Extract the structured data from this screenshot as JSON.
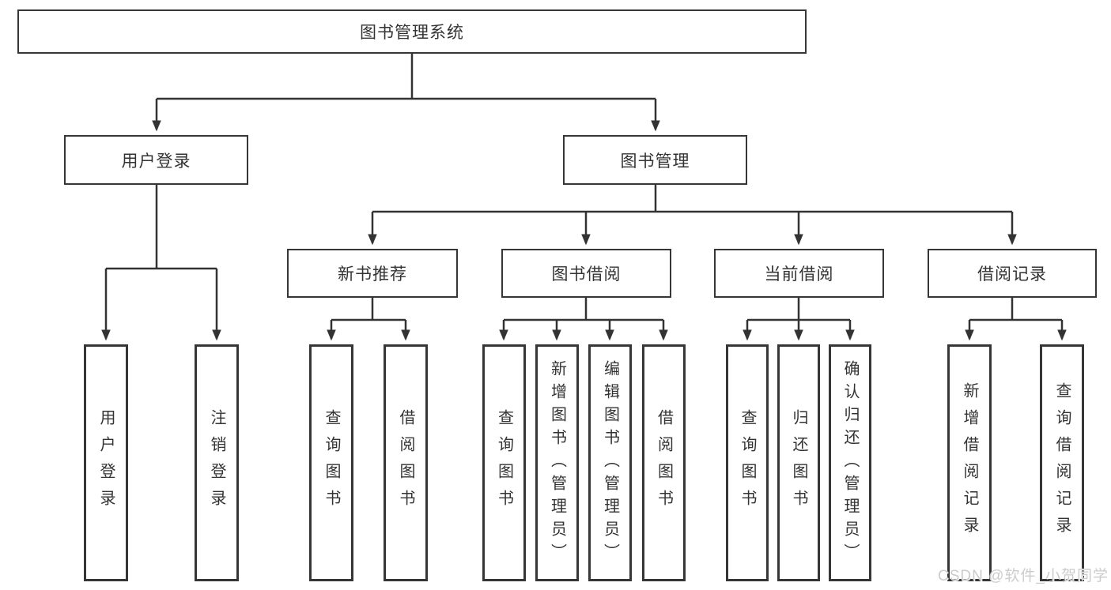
{
  "diagram": {
    "root": {
      "label": "图书管理系统"
    },
    "user_login": {
      "label": "用户登录",
      "children": [
        "用户登录",
        "注销登录"
      ]
    },
    "book_mgmt": {
      "label": "图书管理"
    },
    "new_books": {
      "label": "新书推荐",
      "children": [
        "查询图书",
        "借阅图书"
      ]
    },
    "book_borrow": {
      "label": "图书借阅",
      "children": [
        "查询图书",
        "新增图书（管理员）",
        "编辑图书（管理员）",
        "借阅图书"
      ]
    },
    "current_borrow": {
      "label": "当前借阅",
      "children": [
        "查询图书",
        "归还图书",
        "确认归还（管理员）"
      ]
    },
    "borrow_records": {
      "label": "借阅记录",
      "children": [
        "新增借阅记录",
        "查询借阅记录"
      ]
    }
  },
  "watermark": "CSDN @软件_小贺同学",
  "colors": {
    "line": "#333333",
    "box_border": "#363636",
    "text": "#333333",
    "background": "#ffffff",
    "watermark": "#cccccc"
  }
}
